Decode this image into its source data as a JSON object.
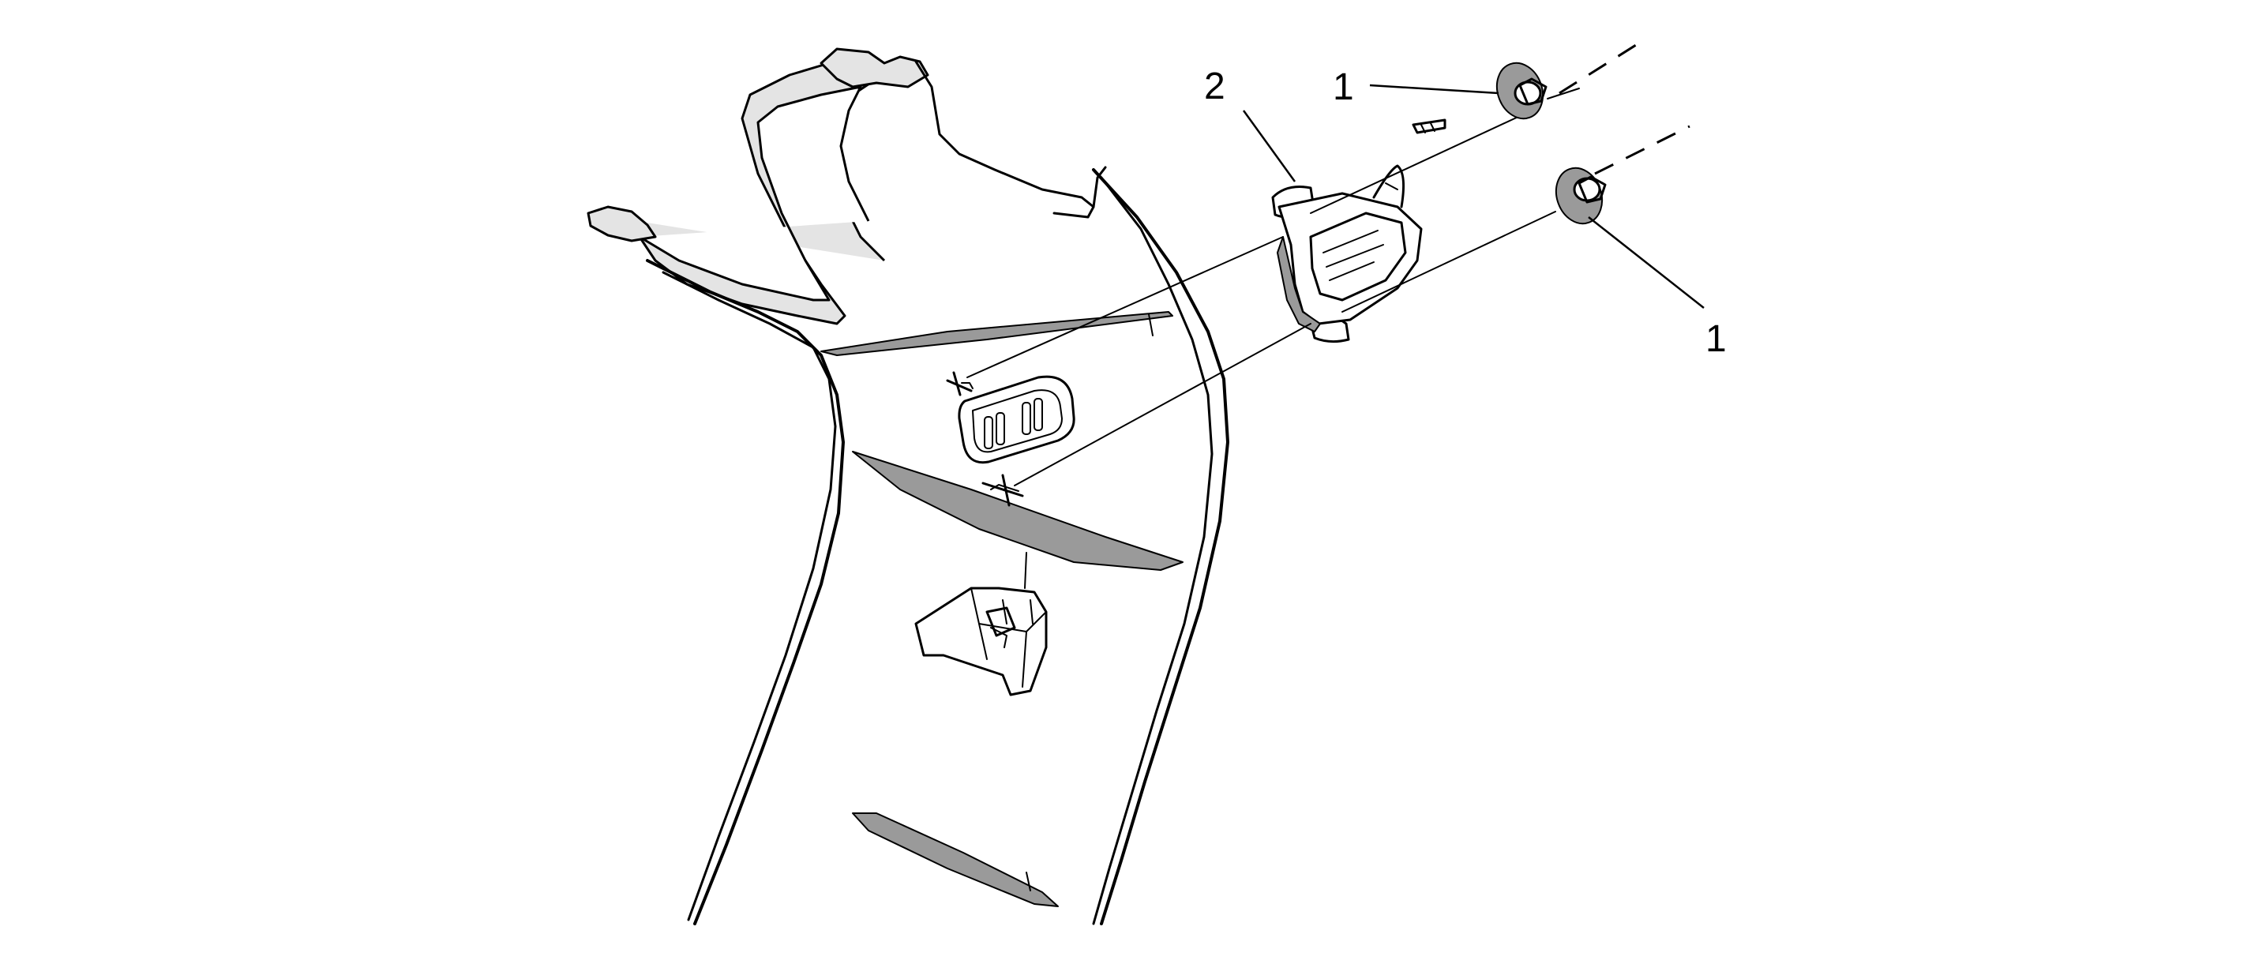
{
  "diagram": {
    "callouts": [
      {
        "id": "nut-upper",
        "label": "1"
      },
      {
        "id": "nut-lower",
        "label": "1"
      },
      {
        "id": "harness-connector",
        "label": "2"
      }
    ]
  }
}
